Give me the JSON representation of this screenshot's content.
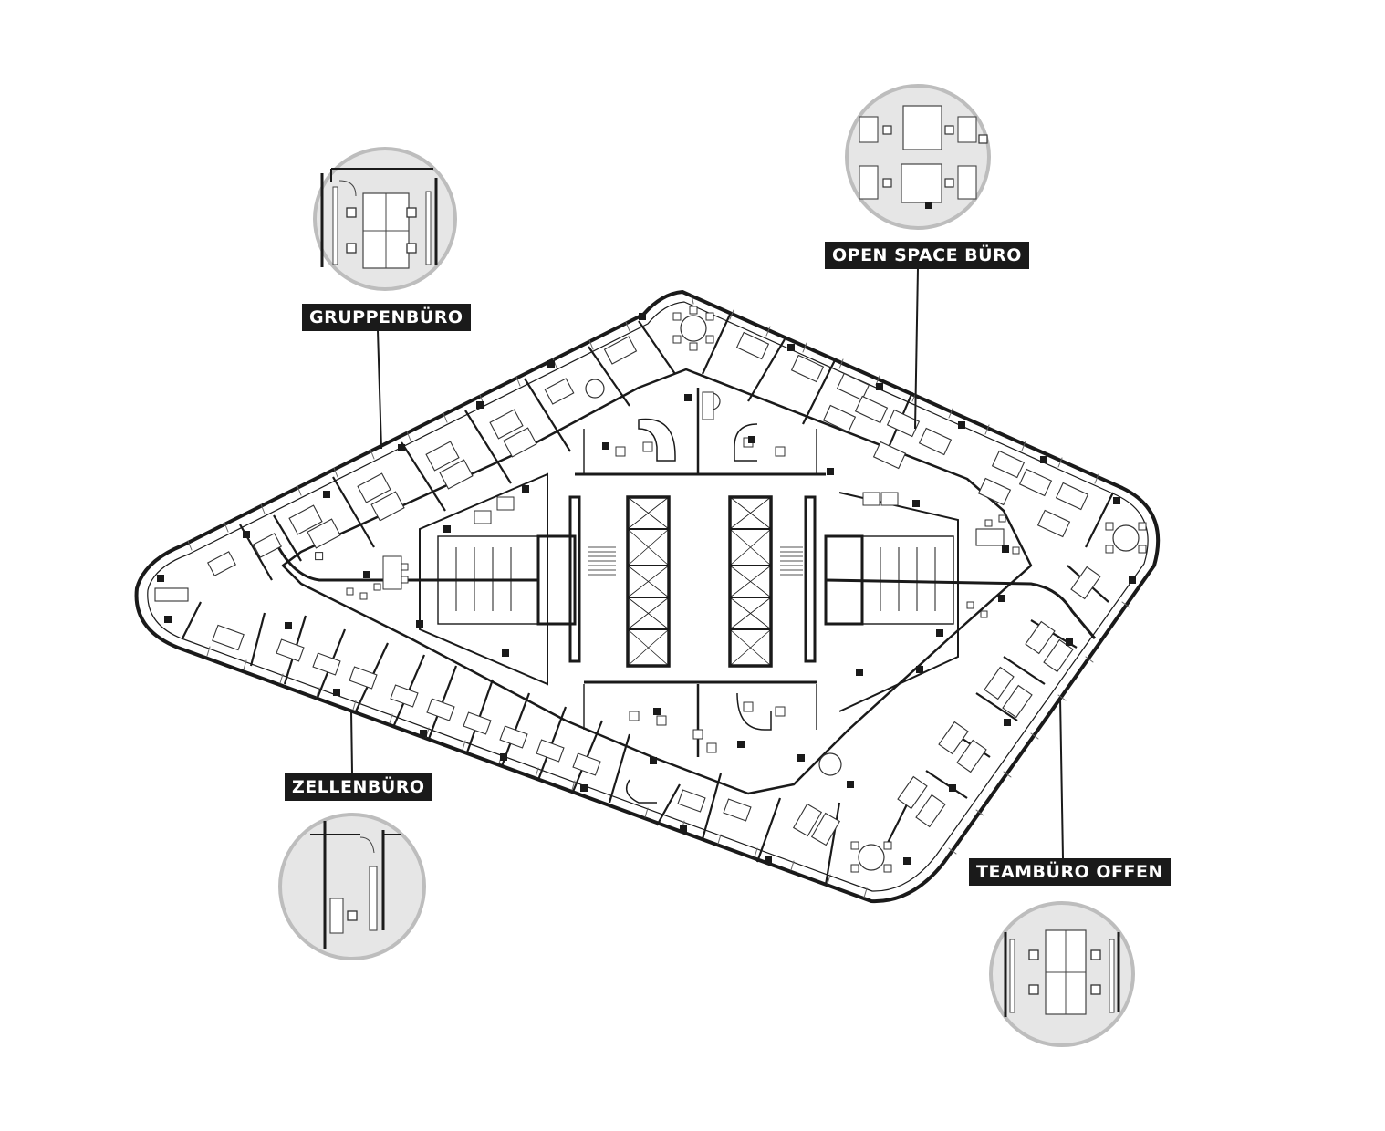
{
  "labels": {
    "gruppenbuero": "GRUPPENBÜRO",
    "open_space_buero": "OPEN SPACE BÜRO",
    "zellenbuero": "ZELLENBÜRO",
    "teambuero_offen": "TEAMBÜRO OFFEN"
  },
  "colors": {
    "wall": "#1a1a1a",
    "thin_line": "#555555",
    "detail_bg": "#e6e6e6",
    "label_bg": "#1a1a1a",
    "label_text": "#ffffff"
  }
}
